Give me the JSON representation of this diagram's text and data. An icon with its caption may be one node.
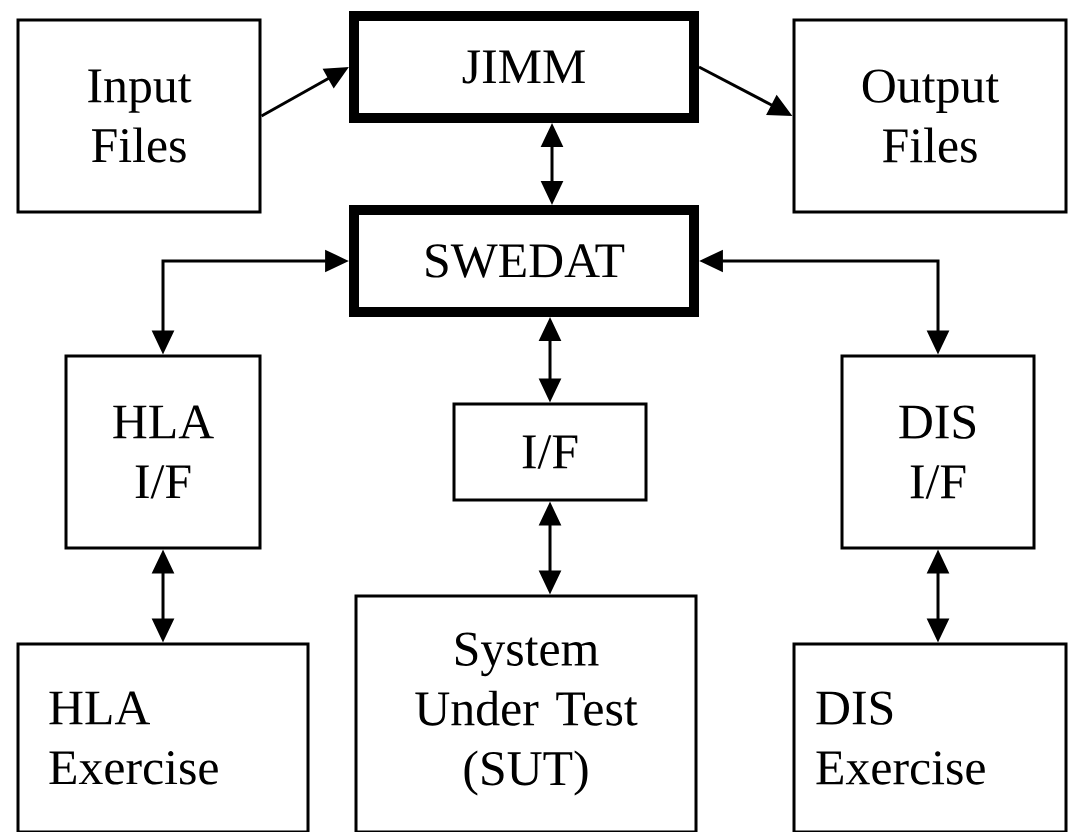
{
  "diagram": {
    "nodes": [
      {
        "text": [
          "Input Files"
        ]
      },
      {
        "text": [
          "JIMM"
        ]
      },
      {
        "text": [
          "Output Files"
        ]
      },
      {
        "text": [
          "SWEDAT"
        ]
      },
      {
        "text": [
          "HLA I/F"
        ]
      },
      {
        "text": [
          "I/F"
        ]
      },
      {
        "text": [
          "DIS I/F"
        ]
      },
      {
        "text": [
          "HLA Exercise"
        ]
      },
      {
        "text": [
          "System Under Test (SUT)"
        ]
      },
      {
        "text": [
          "DIS Exercise"
        ]
      }
    ],
    "edges": [
      {
        "from": 0,
        "to": 1,
        "arrow": "to"
      },
      {
        "from": 1,
        "to": 2,
        "arrow": "to"
      },
      {
        "from": 1,
        "to": 3,
        "arrow": "both"
      },
      {
        "from": 3,
        "to": 4,
        "arrow": "both"
      },
      {
        "from": 3,
        "to": 5,
        "arrow": "both"
      },
      {
        "from": 3,
        "to": 6,
        "arrow": "both"
      },
      {
        "from": 4,
        "to": 7,
        "arrow": "both"
      },
      {
        "from": 5,
        "to": 8,
        "arrow": "both"
      },
      {
        "from": 6,
        "to": 9,
        "arrow": "both"
      }
    ]
  }
}
